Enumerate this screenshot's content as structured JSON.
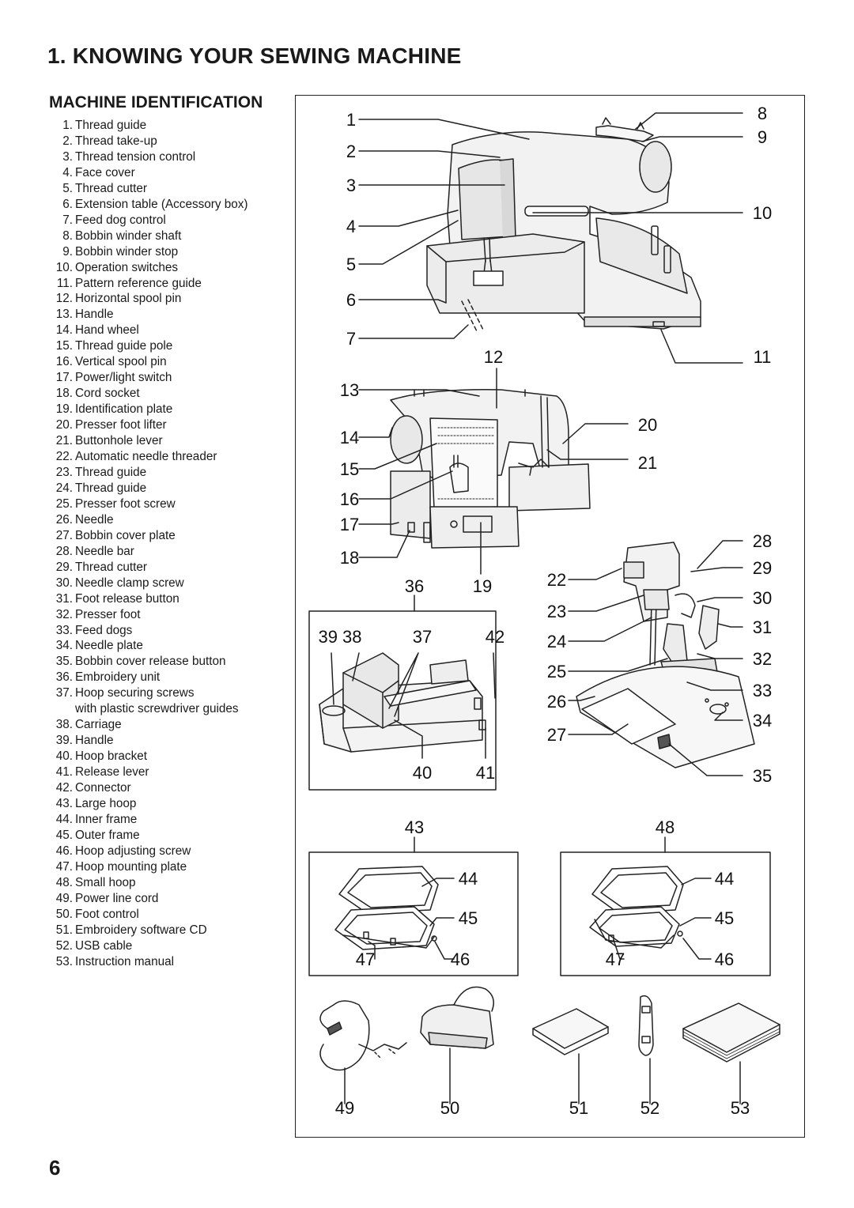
{
  "header": {
    "title": "1. KNOWING YOUR SEWING MACHINE",
    "section": "MACHINE IDENTIFICATION"
  },
  "parts": [
    {
      "num": "1.",
      "label": "Thread guide"
    },
    {
      "num": "2.",
      "label": "Thread take-up"
    },
    {
      "num": "3.",
      "label": "Thread tension control"
    },
    {
      "num": "4.",
      "label": "Face cover"
    },
    {
      "num": "5.",
      "label": "Thread cutter"
    },
    {
      "num": "6.",
      "label": "Extension table (Accessory box)"
    },
    {
      "num": "7.",
      "label": "Feed dog control"
    },
    {
      "num": "8.",
      "label": "Bobbin winder shaft"
    },
    {
      "num": "9.",
      "label": "Bobbin winder stop"
    },
    {
      "num": "10.",
      "label": "Operation switches"
    },
    {
      "num": "11.",
      "label": "Pattern reference guide"
    },
    {
      "num": "12.",
      "label": "Horizontal spool pin"
    },
    {
      "num": "13.",
      "label": "Handle"
    },
    {
      "num": "14.",
      "label": "Hand wheel"
    },
    {
      "num": "15.",
      "label": "Thread guide pole"
    },
    {
      "num": "16.",
      "label": "Vertical spool pin"
    },
    {
      "num": "17.",
      "label": "Power/light switch"
    },
    {
      "num": "18.",
      "label": "Cord socket"
    },
    {
      "num": "19.",
      "label": "Identification plate"
    },
    {
      "num": "20.",
      "label": "Presser foot lifter"
    },
    {
      "num": "21.",
      "label": "Buttonhole lever"
    },
    {
      "num": "22.",
      "label": "Automatic needle threader"
    },
    {
      "num": "23.",
      "label": "Thread guide"
    },
    {
      "num": "24.",
      "label": "Thread guide"
    },
    {
      "num": "25.",
      "label": "Presser foot screw"
    },
    {
      "num": "26.",
      "label": "Needle"
    },
    {
      "num": "27.",
      "label": "Bobbin cover plate"
    },
    {
      "num": "28.",
      "label": "Needle bar"
    },
    {
      "num": "29.",
      "label": "Thread cutter"
    },
    {
      "num": "30.",
      "label": "Needle clamp screw"
    },
    {
      "num": "31.",
      "label": "Foot release button"
    },
    {
      "num": "32.",
      "label": "Presser foot"
    },
    {
      "num": "33.",
      "label": "Feed dogs"
    },
    {
      "num": "34.",
      "label": "Needle plate"
    },
    {
      "num": "35.",
      "label": "Bobbin cover release button"
    },
    {
      "num": "36.",
      "label": "Embroidery unit"
    },
    {
      "num": "37.",
      "label": "Hoop securing screws"
    },
    {
      "num": "",
      "label": "with plastic screwdriver guides"
    },
    {
      "num": "38.",
      "label": "Carriage"
    },
    {
      "num": "39.",
      "label": "Handle"
    },
    {
      "num": "40.",
      "label": "Hoop bracket"
    },
    {
      "num": "41.",
      "label": "Release lever"
    },
    {
      "num": "42.",
      "label": "Connector"
    },
    {
      "num": "43.",
      "label": "Large hoop"
    },
    {
      "num": "44.",
      "label": "Inner frame"
    },
    {
      "num": "45.",
      "label": "Outer frame"
    },
    {
      "num": "46.",
      "label": "Hoop adjusting screw"
    },
    {
      "num": "47.",
      "label": "Hoop mounting plate"
    },
    {
      "num": "48.",
      "label": "Small hoop"
    },
    {
      "num": "49.",
      "label": "Power line cord"
    },
    {
      "num": "50.",
      "label": "Foot control"
    },
    {
      "num": "51.",
      "label": "Embroidery software CD"
    },
    {
      "num": "52.",
      "label": "USB cable"
    },
    {
      "num": "53.",
      "label": "Instruction manual"
    }
  ],
  "diagram": {
    "callouts": [
      "1",
      "2",
      "3",
      "4",
      "5",
      "6",
      "7",
      "8",
      "9",
      "10",
      "11",
      "12",
      "13",
      "14",
      "15",
      "16",
      "17",
      "18",
      "19",
      "20",
      "21",
      "22",
      "23",
      "24",
      "25",
      "26",
      "27",
      "28",
      "29",
      "30",
      "31",
      "32",
      "33",
      "34",
      "35",
      "36",
      "39 38",
      "37",
      "42",
      "40",
      "41",
      "43",
      "44",
      "45",
      "47",
      "46",
      "48",
      "44",
      "45",
      "47",
      "46",
      "49",
      "50",
      "51",
      "52",
      "53"
    ]
  },
  "footer": {
    "page_number": "6"
  }
}
